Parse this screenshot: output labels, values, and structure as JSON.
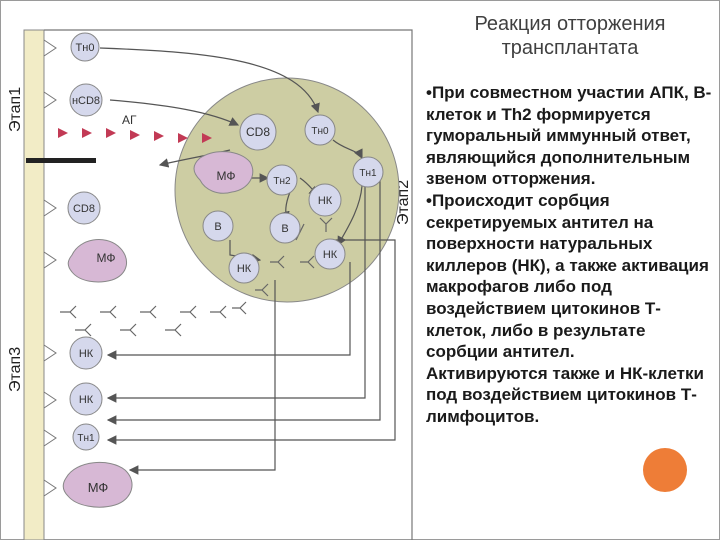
{
  "title": {
    "line1": "Реакция отторжения",
    "line2": "трансплантата"
  },
  "stages": {
    "stage1": "Этап1",
    "stage2": "Этап2",
    "stage3": "Этап3"
  },
  "cells": {
    "tn0": "Тн0",
    "ncd8": "нCD8",
    "ag": "АГ",
    "cd8_top": "CD8",
    "tn0_inner": "Тн0",
    "mf_inner": "МФ",
    "th2": "Тн2",
    "th1": "Тн1",
    "nk_inner": "НК",
    "cd8_left": "CD8",
    "b1": "В",
    "b2": "В",
    "mf_left": "МФ",
    "nk_inner2": "НК",
    "nk_bottom": "НК",
    "nk_left1": "НК",
    "nk_left2": "НК",
    "tn1_left": "Тн1",
    "mf_bottom": "МФ"
  },
  "body": {
    "p1": "•При совместном участии АПК, В-клеток и Th2 формируется гуморальный иммунный ответ, являющийся дополнительным звеном отторжения.",
    "p2": "•Происходит сорбция секретируемых антител на поверхности натуральных киллеров (НК), а также активация макрофагов либо под воздействием цитокинов Т-клеток, либо в результате сорбции антител.",
    "p3": "Активируются также и НК-клетки под воздействием цитокинов Т-лимфоцитов."
  },
  "colors": {
    "stage_bar": "#f2ecc6",
    "graft": "#cdcda3",
    "lymph_cell": "#d5d8ec",
    "macrophage": "#d7b8d5",
    "ag_triangle": "#c23a55",
    "accent_dot": "#ee7d37"
  }
}
